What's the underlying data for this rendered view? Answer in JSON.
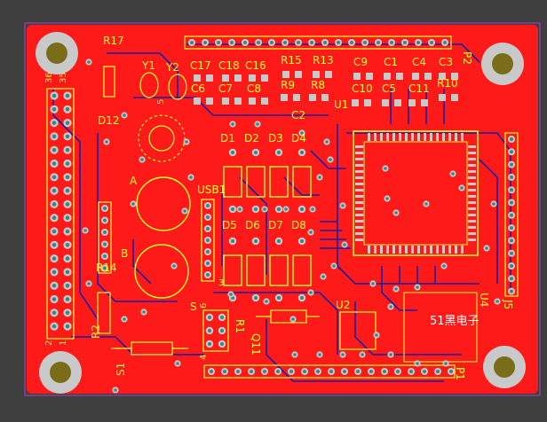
{
  "board": {
    "colors": {
      "background": "#3f3f3f",
      "copper": "#ff1a1a",
      "trace": "#1a1aa6",
      "silkscreen": "#ffff33",
      "pad": "#c9c9c9",
      "via_hole": "#2e8a8a",
      "mount_hole": "#7a6d1a"
    },
    "labels": {
      "r17": "R17",
      "y1": "Y1",
      "y2": "Y2",
      "c17": "C17",
      "c18": "C18",
      "c16": "C16",
      "r15": "R15",
      "r13": "R13",
      "c9": "C9",
      "c1": "C1",
      "c4": "C4",
      "c3": "C3",
      "p2": "P2",
      "c6": "C6",
      "c7": "C7",
      "c8": "C8",
      "r9": "R9",
      "r8": "R8",
      "c10": "C10",
      "c5": "C5",
      "c11": "C11",
      "r10": "R10",
      "c2": "C2",
      "u1": "U1",
      "d12": "D12",
      "d1": "D1",
      "d2": "D2",
      "d3": "D3",
      "d4": "D4",
      "a": "A",
      "usb1": "USB1",
      "d5": "D5",
      "d6": "D6",
      "d7": "D7",
      "d8": "D8",
      "b": "B",
      "r14": "R14",
      "s": "S",
      "r1": "R1",
      "u2": "U2",
      "q11": "Q11",
      "u4": "U4",
      "j5": "J5",
      "brand": "51黑电子",
      "r2": "R2",
      "s1": "S1",
      "p1": "P1",
      "n36": "36",
      "n35": "35",
      "n2": "2",
      "n1": "1",
      "n5": "5",
      "n6": "6",
      "n4": "4",
      "n3": "3"
    }
  }
}
